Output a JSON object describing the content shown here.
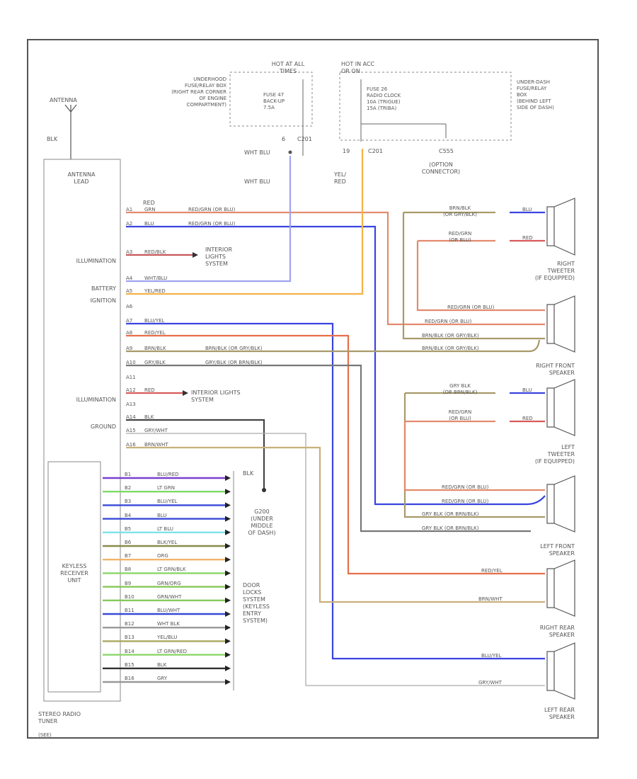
{
  "labels": {
    "antenna": "ANTENNA",
    "antenna_wire": "BLK",
    "hot_at_all_times": "HOT AT ALL\nTIMES",
    "hot_in_acc": "HOT IN ACC\nOR ON",
    "underhood_box": "UNDERHOOD\nFUSE/RELAY BOX\n(RIGHT REAR CORNER\nOF ENGINE\nCOMPARTMENT)",
    "fuse_backup": "FUSE 47\nBACK-UP\n7.5A",
    "fuse_radio": "FUSE 26\nRADIO CLOCK\n10A (TRIGUE)\n15A (TRIBA)",
    "underdash_box": "UNDER-DASH\nFUSE/RELAY\nBOX\n(BEHIND LEFT\nSIDE OF DASH)",
    "c_6": "6",
    "c201_a": "C201",
    "c_19": "19",
    "c201_b": "C201",
    "c555": "C555",
    "option_connector": "(OPTION\nCONNECTOR)",
    "wht_blu_1": "WHT BLU",
    "wht_blu_2": "WHT BLU",
    "yel_red": "YEL/\nRED",
    "antenna_lead": "ANTENNA\nLEAD",
    "illumination_1": "ILLUMINATION",
    "battery": "BATTERY",
    "ignition": "IGNITION",
    "illumination_2": "ILLUMINATION",
    "ground": "GROUND",
    "interior_lights_1": "INTERIOR\nLIGHTS\nSYSTEM",
    "interior_lights_2": "INTERIOR LIGHTS\nSYSTEM",
    "keyless_unit": "KEYLESS\nRECEIVER\nUNIT",
    "stereo_tuner": "STEREO RADIO\nTUNER",
    "radio_suffix": "(SEE)",
    "ground_blk": "BLK",
    "g200": "G200\n(UNDER\nMIDDLE\nOF DASH)",
    "door_locks": "DOOR\nLOCKS\nSYSTEM\n(KEYLESS\nENTRY\nSYSTEM)",
    "right_tweeter": "RIGHT\nTWEETER\n(IF EQUIPPED)",
    "right_front": "RIGHT FRONT\nSPEAKER",
    "left_tweeter": "LEFT\nTWEETER\n(IF EQUIPPED)",
    "left_front": "LEFT FRONT\nSPEAKER",
    "right_rear": "RIGHT REAR\nSPEAKER",
    "left_rear": "LEFT REAR\nSPEAKER",
    "red_top": "RED",
    "w_a1": "GRN",
    "w_a1_ext": "RED/GRN (OR BLU)",
    "w_a2": "BLU",
    "w_a2_ext": "RED/GRN (OR BLU)",
    "w_a3": "RED/BLK",
    "w_a4": "WHT/BLU",
    "w_a5": "YEL/RED",
    "w_a7": "BLU/YEL",
    "w_a8": "RED/YEL",
    "w_a9": "BRN/BLK",
    "w_a9_ext": "BRN/BLK (OR GRY/BLK)",
    "w_a10": "GRY/BLK",
    "w_a10_ext": "GRY/BLK (OR BRN/BLK)",
    "w_a12": "RED",
    "w_a14": "BLK",
    "w_a15": "GRY/WHT",
    "w_a16": "BRN/WHT",
    "pins": [
      "A1",
      "A2",
      "A3",
      "A4",
      "A5",
      "A6",
      "A7",
      "A8",
      "A9",
      "A10",
      "A11",
      "A12",
      "A13",
      "A14",
      "A15",
      "A16"
    ],
    "rtw_top": "BRN/BLK\n(OR GRY/BLK)",
    "rtw_bot": "RED/GRN\n(OR BLU)",
    "rtw_blu": "BLU",
    "rtw_red": "RED",
    "rf_w1": "RED/GRN (OR BLU)",
    "rf_w2": "RED/GRN (OR BLU)",
    "rf_w3": "BRN/BLK (OR GRY/BLK)",
    "rf_w4": "BRN/BLK (OR GRY/BLK)",
    "ltw_top": "GRY BLK\n(OR BRN/BLK)",
    "ltw_bot": "RED/GRN\n(OR BLU)",
    "ltw_blu": "BLU",
    "ltw_red": "RED",
    "lf_w1": "RED/GRN (OR BLU)",
    "lf_w2": "RED/GRN (OR BLU)",
    "lf_w3": "GRY BLK (OR BRN/BLK)",
    "lf_w4": "GRY BLK (OR BRN/BLK)",
    "rr_w1": "RED/YEL",
    "rr_w2": "BRN/WHT",
    "lr_w1": "BLU/YEL",
    "lr_w2": "GRY/WHT"
  },
  "b_pins": [
    {
      "pin": "B1",
      "wire": "BLU/RED",
      "color": "#7a3fd0"
    },
    {
      "pin": "B2",
      "wire": "LT GRN",
      "color": "#7ed96a"
    },
    {
      "pin": "B3",
      "wire": "BLU/YEL",
      "color": "#3a4ad8"
    },
    {
      "pin": "B4",
      "wire": "BLU",
      "color": "#3a4ad8"
    },
    {
      "pin": "B5",
      "wire": "LT BLU",
      "color": "#7de3ea"
    },
    {
      "pin": "B6",
      "wire": "BLK/YEL",
      "color": "#8a8a4a"
    },
    {
      "pin": "B7",
      "wire": "ORG",
      "color": "#f2b56a"
    },
    {
      "pin": "B8",
      "wire": "LT GRN/BLK",
      "color": "#8ad66a"
    },
    {
      "pin": "B9",
      "wire": "GRN/ORG",
      "color": "#86c95a"
    },
    {
      "pin": "B10",
      "wire": "GRN/WHT",
      "color": "#86c95a"
    },
    {
      "pin": "B11",
      "wire": "BLU/WHT",
      "color": "#3a4ad8"
    },
    {
      "pin": "B12",
      "wire": "WHT BLK",
      "color": "#999999"
    },
    {
      "pin": "B13",
      "wire": "YEL/BLU",
      "color": "#a8a860"
    },
    {
      "pin": "B14",
      "wire": "LT GRN/RED",
      "color": "#8ad66a"
    },
    {
      "pin": "B15",
      "wire": "BLK",
      "color": "#333333"
    },
    {
      "pin": "B16",
      "wire": "GRY",
      "color": "#999999"
    }
  ]
}
